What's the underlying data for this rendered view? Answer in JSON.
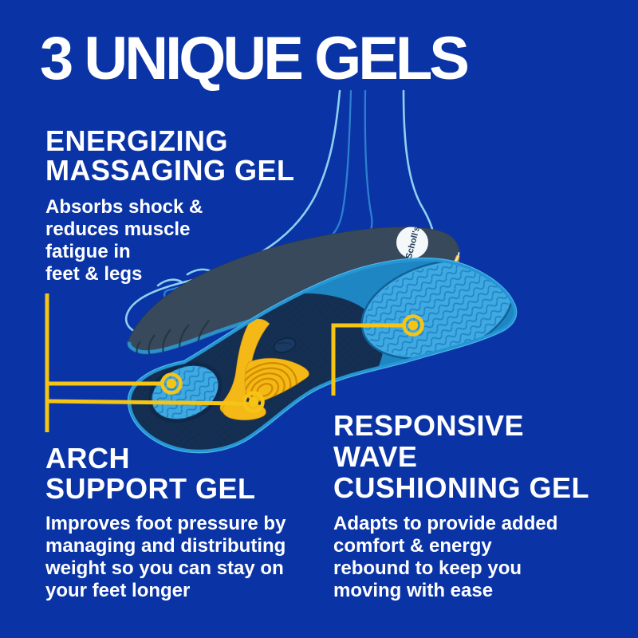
{
  "title": "3 UNIQUE GELS",
  "sections": {
    "energizing": {
      "heading": "ENERGIZING\nMASSAGING GEL",
      "body": "Absorbs shock &\nreduces muscle\nfatigue in\nfeet & legs"
    },
    "arch": {
      "heading": "ARCH\nSUPPORT GEL",
      "body": "Improves foot pressure by\nmanaging and distributing\nweight so you can stay on\nyour feet longer"
    },
    "responsive": {
      "heading": "RESPONSIVE\nWAVE\nCUSHIONING GEL",
      "body": "Adapts to provide added\ncomfort & energy\nrebound to keep you\nmoving with ease"
    }
  },
  "product": {
    "brand_logo_text": "Scholl's"
  },
  "colors": {
    "background": "#0A34A6",
    "text": "#FFFFFF",
    "accent-yellow": "#F5C414",
    "foot-outline": "#96D9F5",
    "bone-line": "#2F84D2",
    "insole-top-navy": "#38495C",
    "insole-rim-blue": "#2B90CC",
    "insole-bottom-blue": "#1E86C2",
    "pad-blue": "#3FA9E2",
    "gel-yellow": "#F5B917",
    "inset-navy": "#142F52"
  }
}
